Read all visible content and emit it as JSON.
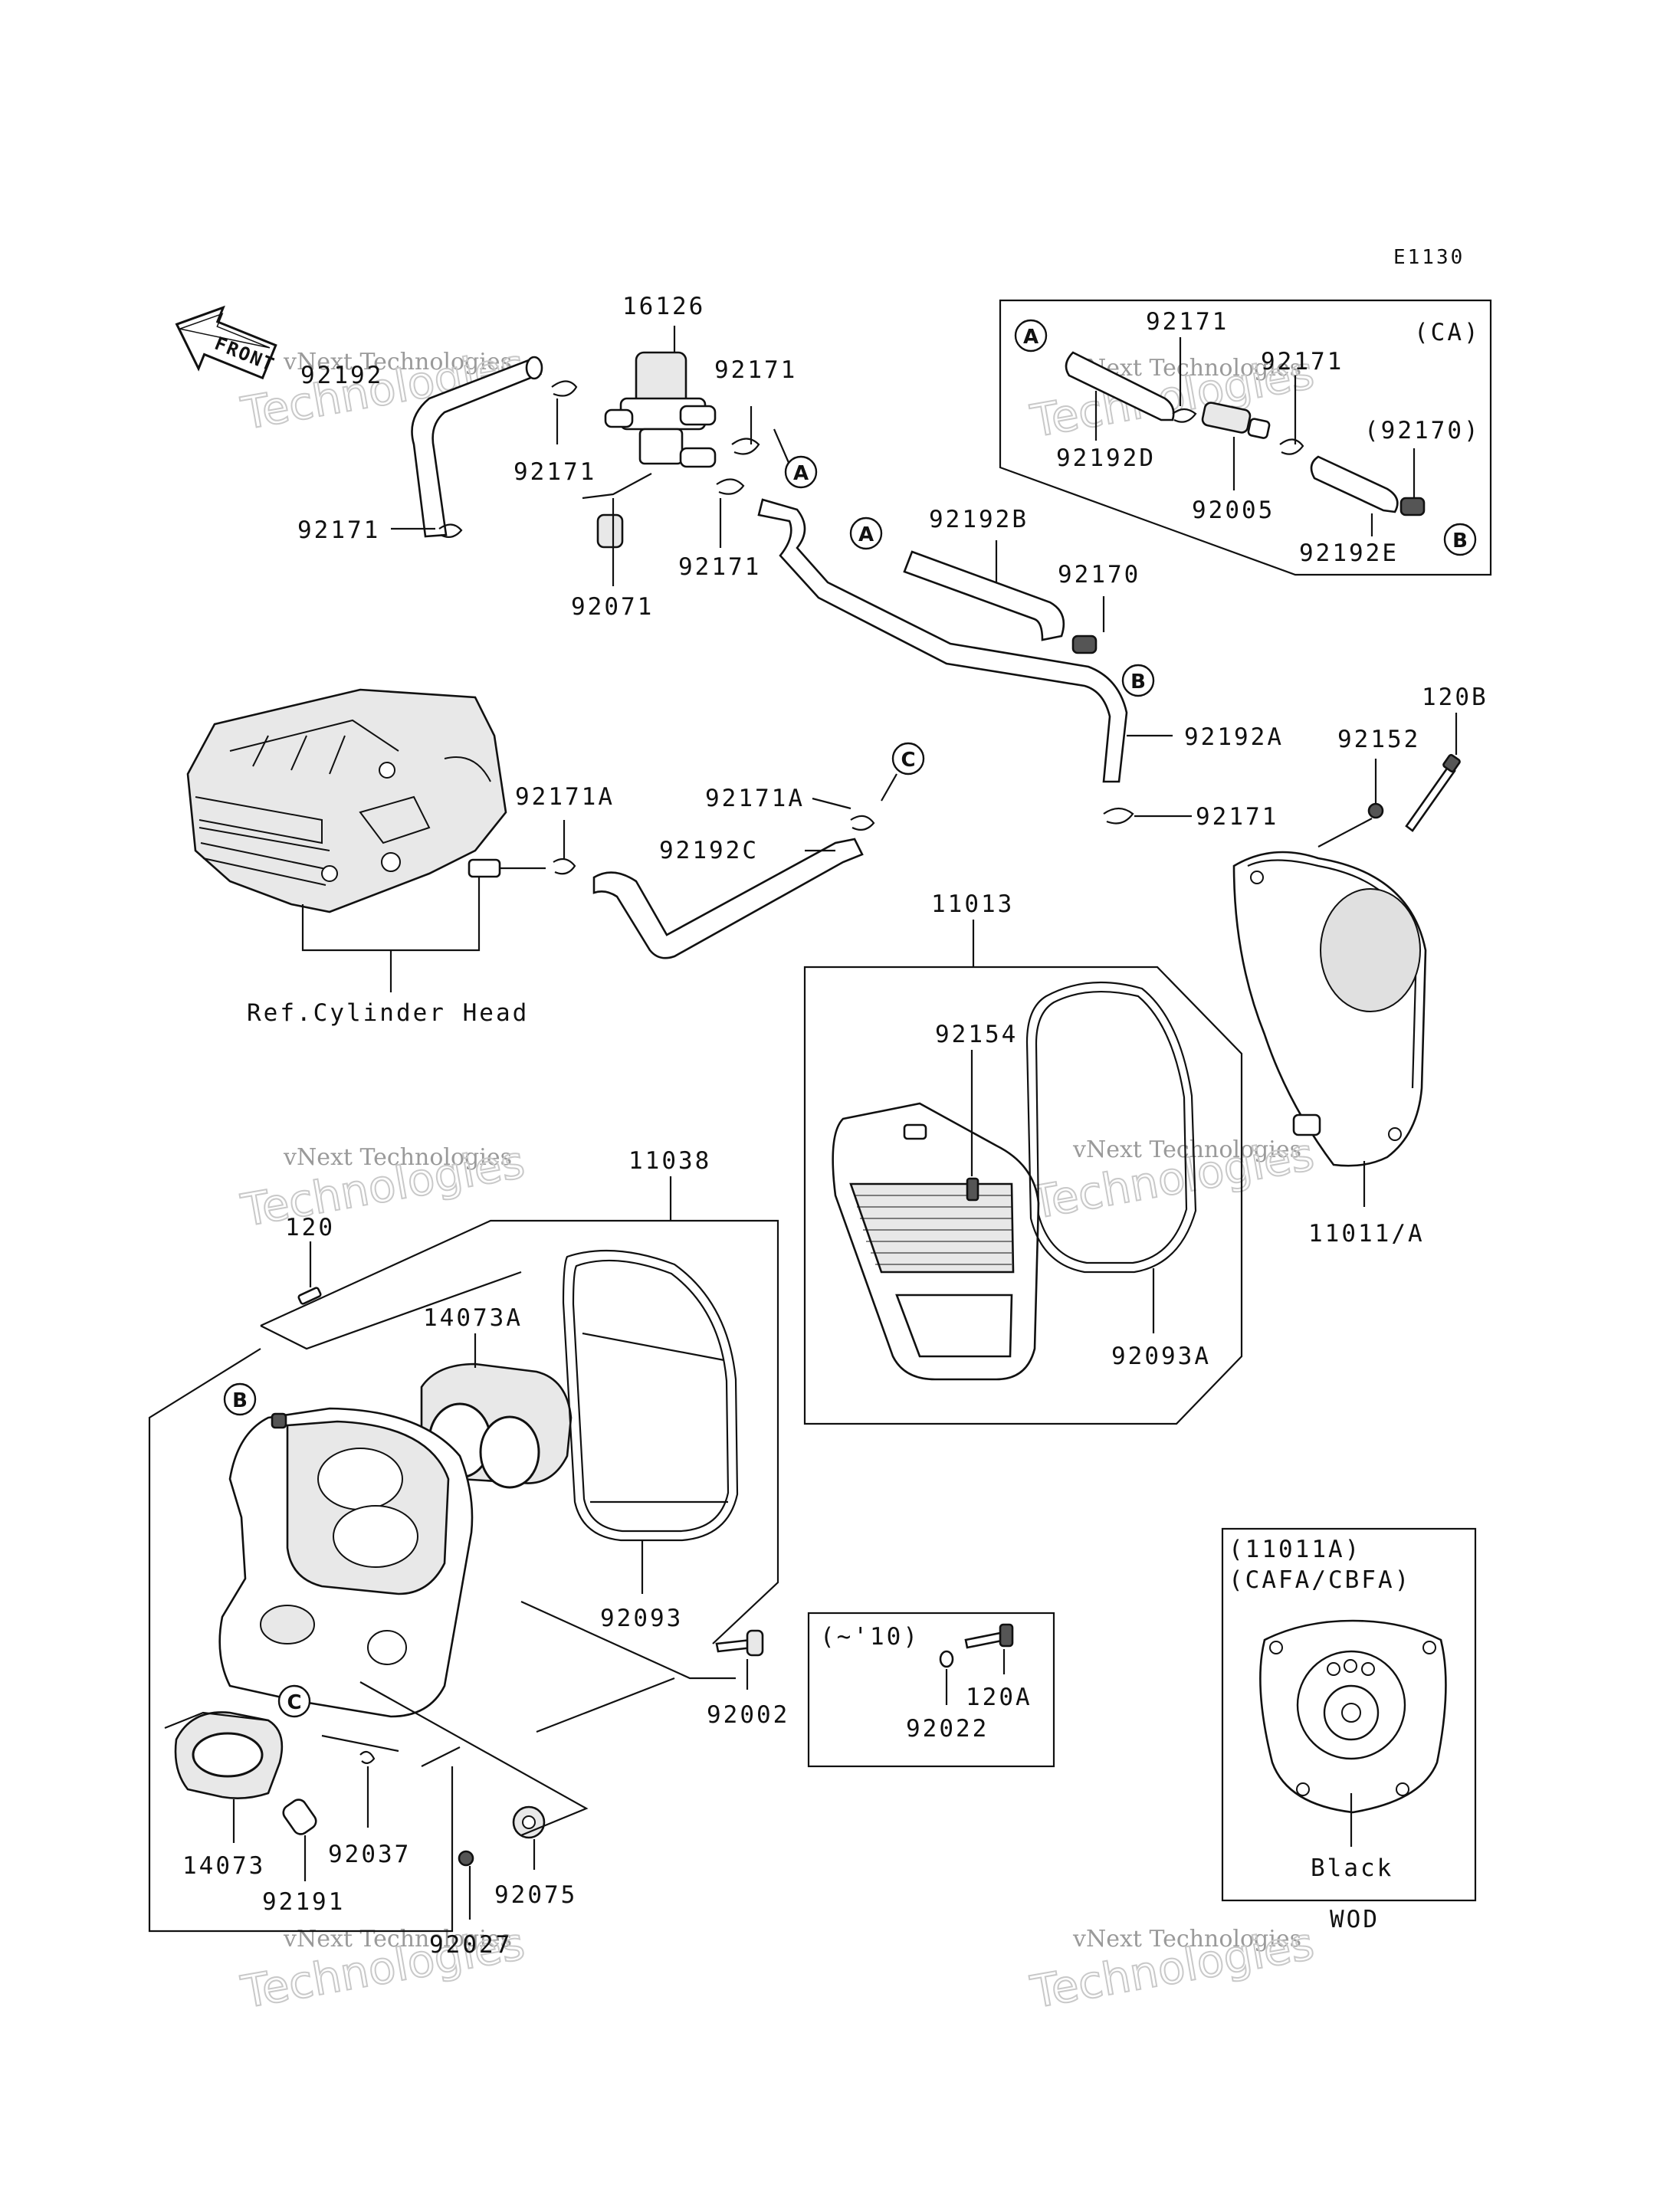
{
  "diagram_code": "E1130",
  "front_arrow_label": "FRONT",
  "watermark": {
    "line1": "vNext Technologies",
    "line2": "Technologies"
  },
  "callouts": [
    "A",
    "B",
    "C"
  ],
  "labels": {
    "p16126": "16126",
    "p92192": "92192",
    "p92171_a": "92171",
    "p92171_b": "92171",
    "p92171_c": "92171",
    "p92171_d": "92171",
    "p92171_e": "92171",
    "p92071": "92071",
    "p92192b": "92192B",
    "p92170": "92170",
    "p92192a": "92192A",
    "p92171a_1": "92171A",
    "p92171a_2": "92171A",
    "p92192c": "92192C",
    "ref_cyl_head": "Ref.Cylinder Head",
    "p11013": "11013",
    "p92154": "92154",
    "p92093a": "92093A",
    "p11011a": "11011/A",
    "p92152": "92152",
    "p120b": "120B",
    "p11038": "11038",
    "p120": "120",
    "p14073a": "14073A",
    "p92093": "92093",
    "p92002": "92002",
    "p14073": "14073",
    "p92191": "92191",
    "p92037": "92037",
    "p92027": "92027",
    "p92075": "92075",
    "p92022": "92022",
    "p120a": "120A",
    "range_10": "(~'10)",
    "ca_title": "(CA)",
    "ca_92171_1": "92171",
    "ca_92171_2": "92171",
    "ca_92192d": "92192D",
    "ca_92005": "92005",
    "ca_92170": "(92170)",
    "ca_92192e": "92192E",
    "wod_part": "(11011A)",
    "wod_markets": "(CAFA/CBFA)",
    "wod_color": "Black",
    "wod_label": "WOD"
  }
}
